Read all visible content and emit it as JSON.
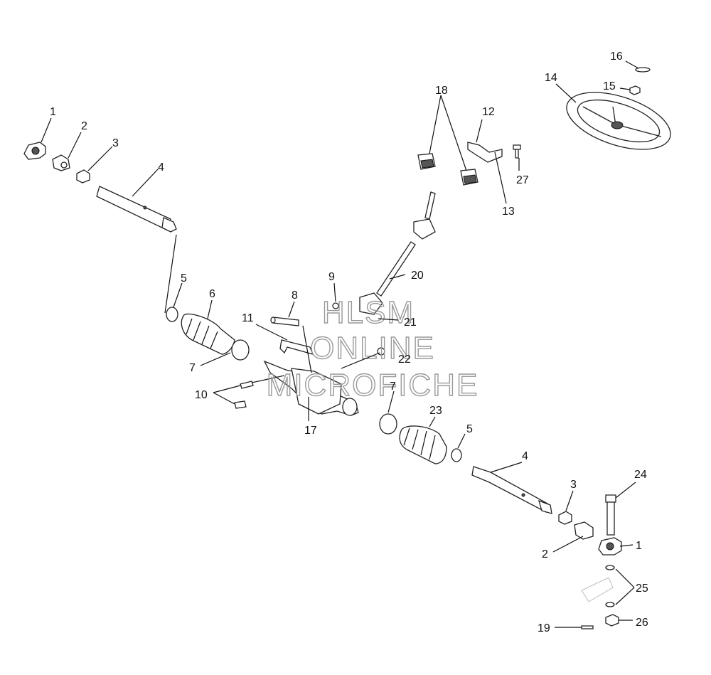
{
  "watermark": {
    "line1": "HLSM",
    "line2": "ONLINE",
    "line3": "MICROFICHE"
  },
  "callouts": [
    {
      "id": "c1a",
      "text": "1"
    },
    {
      "id": "c2a",
      "text": "2"
    },
    {
      "id": "c3a",
      "text": "3"
    },
    {
      "id": "c4a",
      "text": "4"
    },
    {
      "id": "c5a",
      "text": "5"
    },
    {
      "id": "c6",
      "text": "6"
    },
    {
      "id": "c7a",
      "text": "7"
    },
    {
      "id": "c8",
      "text": "8"
    },
    {
      "id": "c9",
      "text": "9"
    },
    {
      "id": "c10",
      "text": "10"
    },
    {
      "id": "c11",
      "text": "11"
    },
    {
      "id": "c12",
      "text": "12"
    },
    {
      "id": "c13",
      "text": "13"
    },
    {
      "id": "c14",
      "text": "14"
    },
    {
      "id": "c15",
      "text": "15"
    },
    {
      "id": "c16",
      "text": "16"
    },
    {
      "id": "c17",
      "text": "17"
    },
    {
      "id": "c18",
      "text": "18"
    },
    {
      "id": "c19",
      "text": "19"
    },
    {
      "id": "c20",
      "text": "20"
    },
    {
      "id": "c21",
      "text": "21"
    },
    {
      "id": "c22",
      "text": "22"
    },
    {
      "id": "c7b",
      "text": "7"
    },
    {
      "id": "c23",
      "text": "23"
    },
    {
      "id": "c5b",
      "text": "5"
    },
    {
      "id": "c4b",
      "text": "4"
    },
    {
      "id": "c3b",
      "text": "3"
    },
    {
      "id": "c24",
      "text": "24"
    },
    {
      "id": "c2b",
      "text": "2"
    },
    {
      "id": "c1b",
      "text": "1"
    },
    {
      "id": "c25",
      "text": "25"
    },
    {
      "id": "c26",
      "text": "26"
    },
    {
      "id": "c27",
      "text": "27"
    }
  ]
}
